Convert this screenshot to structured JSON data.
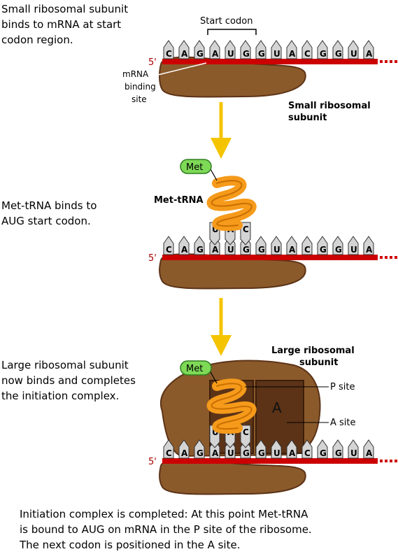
{
  "captions": {
    "step1": "Small ribosomal subunit\nbinds to mRNA at start\ncodon region.",
    "step2": "Met-tRNA binds to\nAUG start codon.",
    "step3": "Large ribosomal subunit\nnow binds and completes\nthe initiation complex.",
    "final": "Initiation complex is completed: At this point Met-tRNA\nis bound to AUG on mRNA in the P site of the ribosome.\nThe next codon is positioned in the A site."
  },
  "labels": {
    "start_codon": "Start codon",
    "mrna_binding_site_1": "mRNA",
    "mrna_binding_site_2": "binding",
    "mrna_binding_site_3": "site",
    "small_subunit_1": "Small ribosomal",
    "small_subunit_2": "subunit",
    "met_trna": "Met-tRNA",
    "met": "Met",
    "large_subunit_1": "Large ribosomal",
    "large_subunit_2": "subunit",
    "p_site": "P site",
    "a_site": "A site",
    "a_site_letter": "A",
    "five_prime": "5'"
  },
  "mrna_sequence": [
    "C",
    "A",
    "G",
    "A",
    "U",
    "G",
    "G",
    "U",
    "A",
    "C",
    "G",
    "G",
    "U",
    "A"
  ],
  "anticodon": [
    "U",
    "A",
    "C"
  ],
  "colors": {
    "mrna_strand": "#cc0000",
    "ribosome": "#8b5a2b",
    "ribosome_dark": "#5c3317",
    "trna": "#f59a1a",
    "met_tag": "#7ed957",
    "arrow": "#f5c400",
    "nucleotide": "#d4d4d4"
  }
}
